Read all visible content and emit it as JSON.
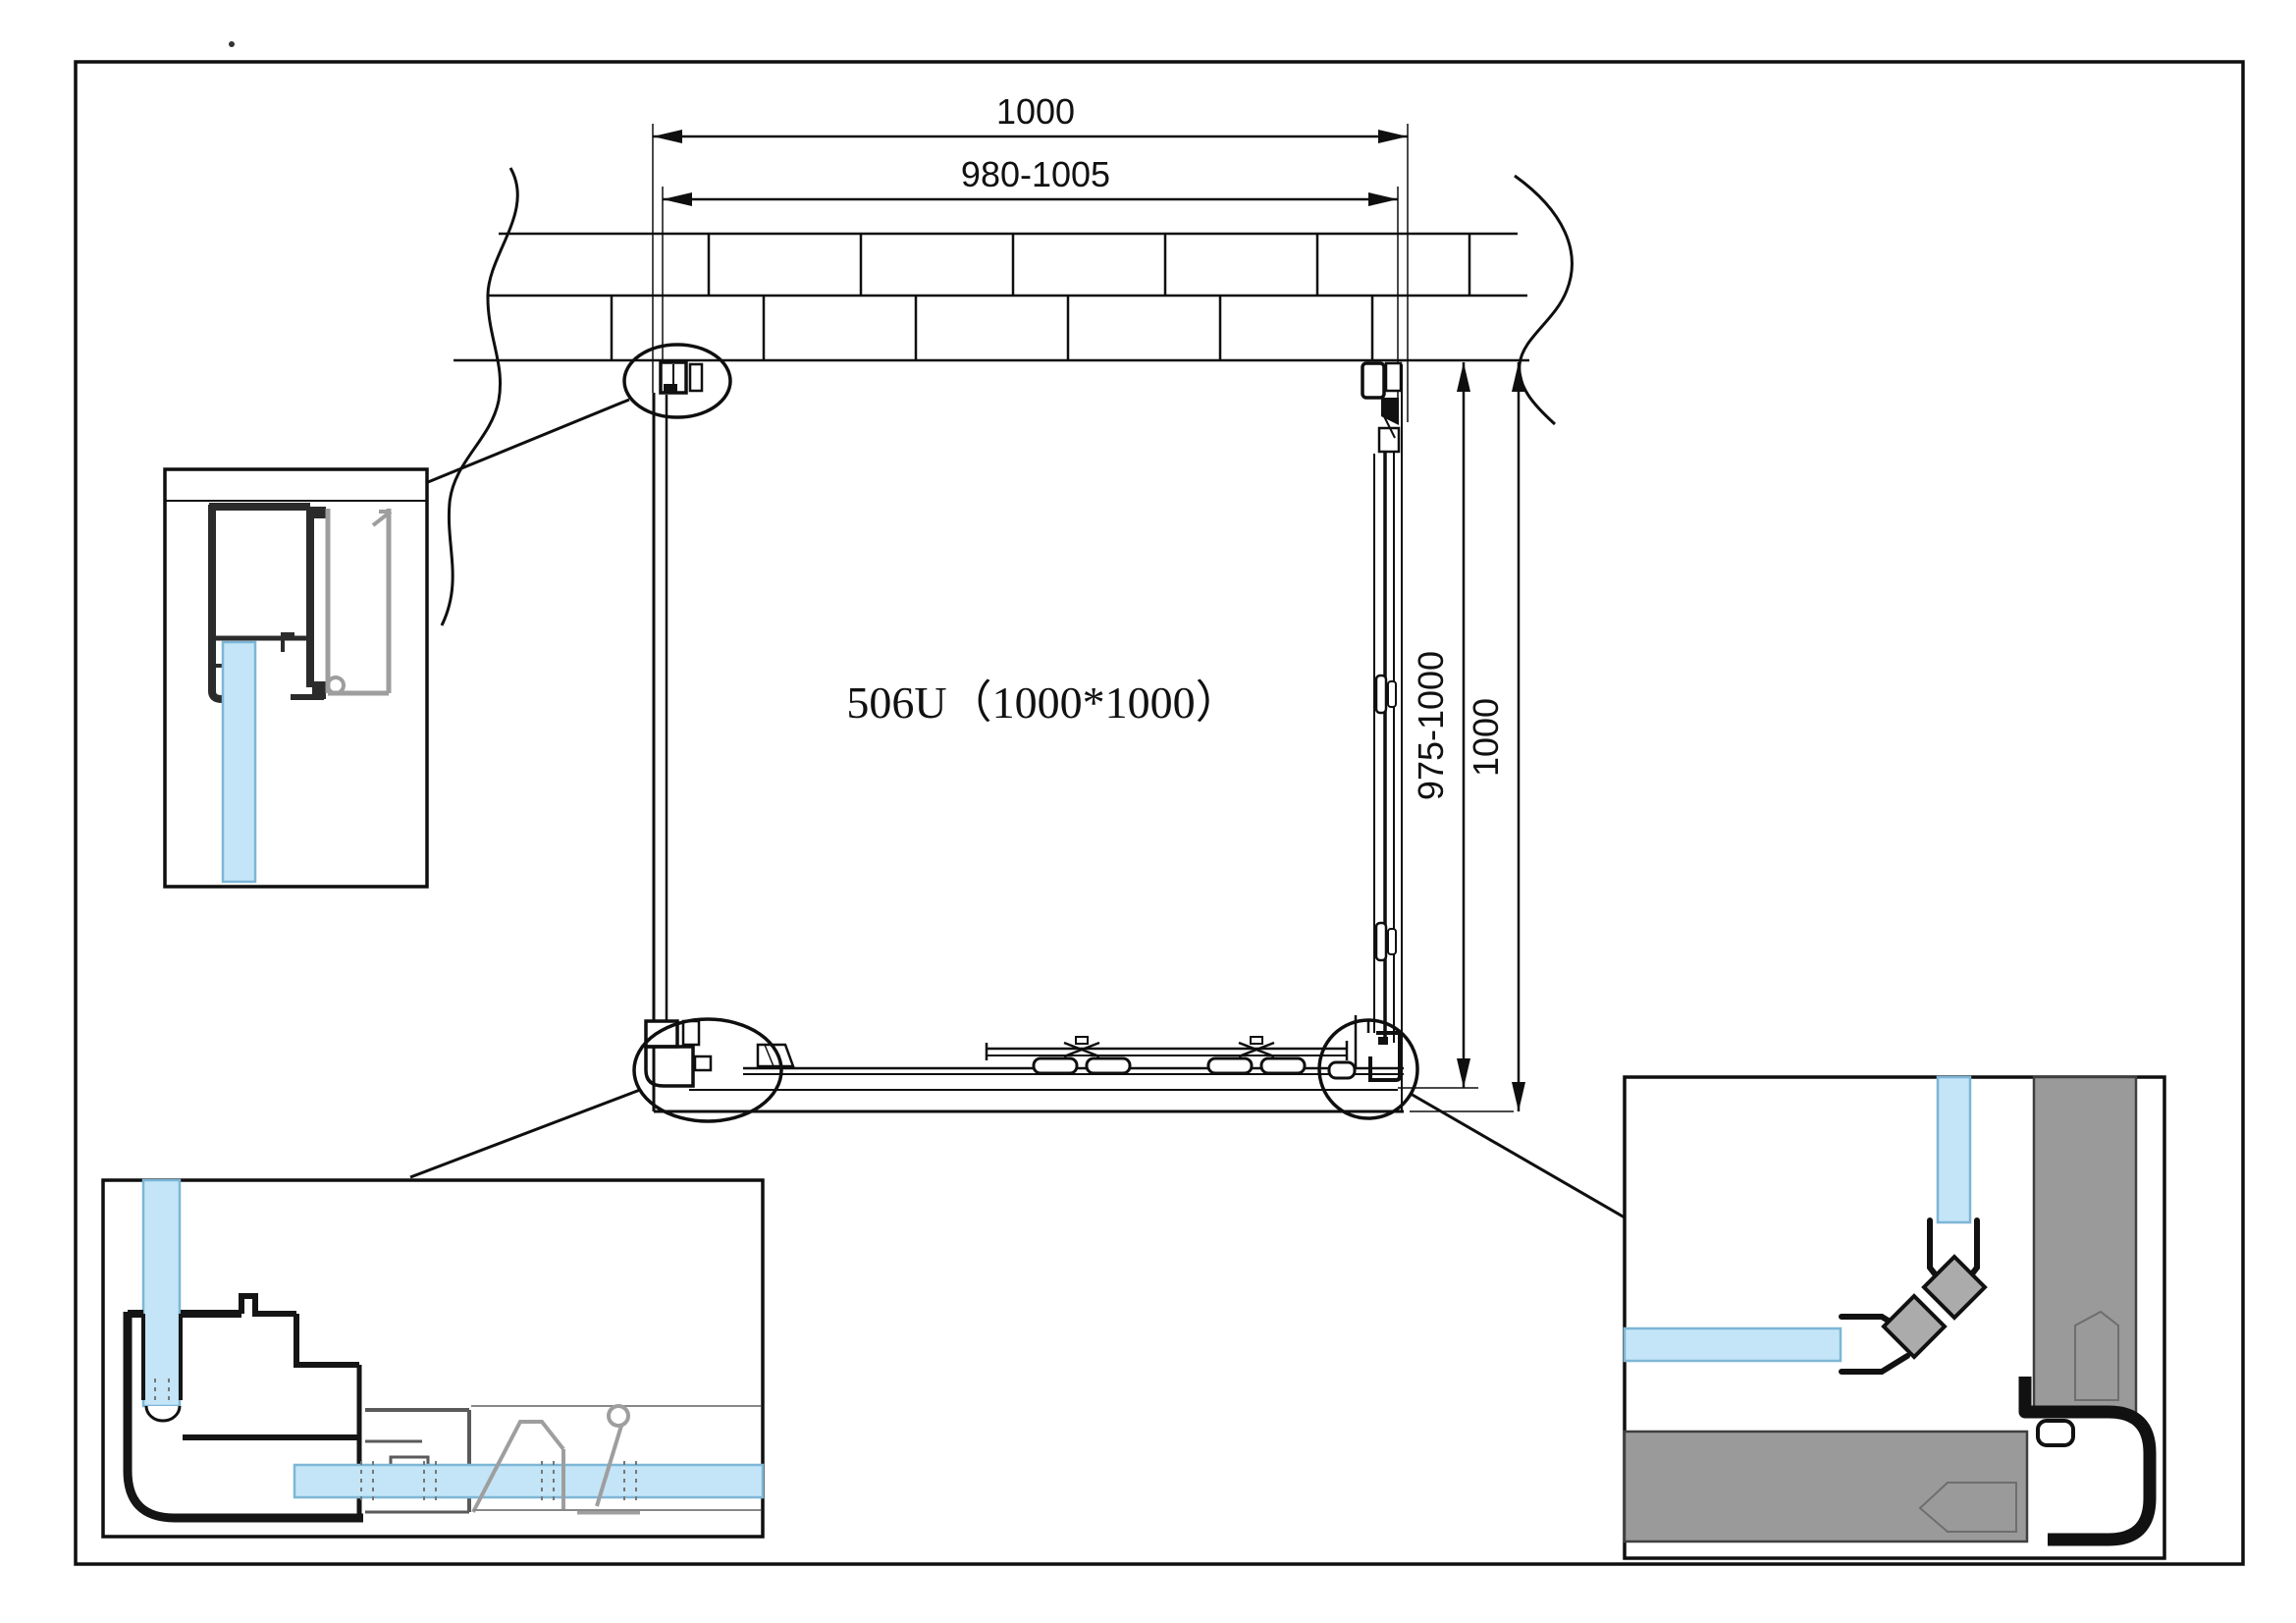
{
  "drawing": {
    "model_label": "506U（1000*1000）",
    "dimensions": {
      "top_outer": "1000",
      "top_range": "980-1005",
      "right_range": "975-1000",
      "right_outer": "1000"
    },
    "colors": {
      "page_bg": "#ffffff",
      "line": "#0f0f0f",
      "glass_fill": "#c3e5f7",
      "glass_edge": "#7db6d6",
      "wall_gray": "#9a9a9a",
      "magnet_gray": "#ababab",
      "profile_dark": "#2b2b2b",
      "profile_mid": "#5a5a5a",
      "profile_light": "#9e9e9e"
    }
  }
}
